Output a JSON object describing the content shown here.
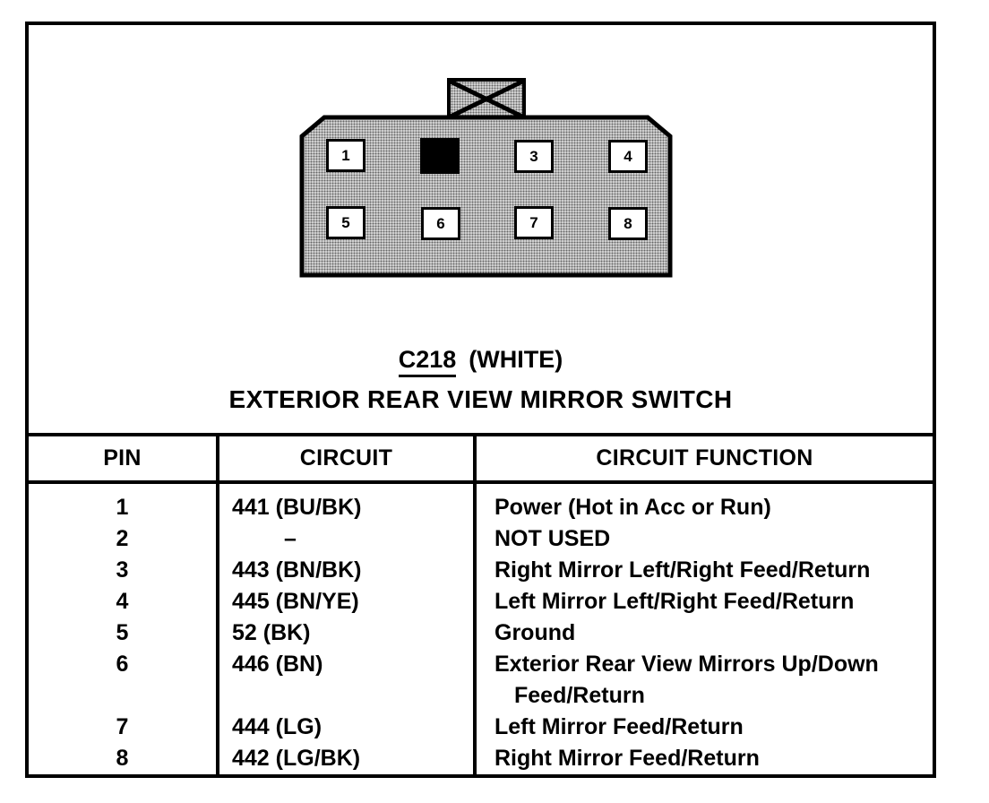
{
  "colors": {
    "ink": "#000000",
    "paper": "#ffffff",
    "connector_fill": "#d8d8d8",
    "connector_dot": "#666666"
  },
  "connector": {
    "id": "C218",
    "color": "(WHITE)",
    "title": "EXTERIOR REAR VIEW MIRROR SWITCH",
    "pins": [
      {
        "label": "1",
        "blocked": false
      },
      {
        "label": "",
        "blocked": true
      },
      {
        "label": "3",
        "blocked": false
      },
      {
        "label": "4",
        "blocked": false
      },
      {
        "label": "5",
        "blocked": false
      },
      {
        "label": "6",
        "blocked": false
      },
      {
        "label": "7",
        "blocked": false
      },
      {
        "label": "8",
        "blocked": false
      }
    ]
  },
  "table": {
    "headers": [
      "PIN",
      "CIRCUIT",
      "CIRCUIT FUNCTION"
    ],
    "rows": [
      {
        "pin": "1",
        "circuit": "441 (BU/BK)",
        "function": "Power (Hot in Acc or Run)"
      },
      {
        "pin": "2",
        "circuit": "–",
        "function": "NOT USED"
      },
      {
        "pin": "3",
        "circuit": "443 (BN/BK)",
        "function": "Right Mirror Left/Right Feed/Return"
      },
      {
        "pin": "4",
        "circuit": "445 (BN/YE)",
        "function": "Left Mirror Left/Right Feed/Return"
      },
      {
        "pin": "5",
        "circuit": "52 (BK)",
        "function": "Ground"
      },
      {
        "pin": "6",
        "circuit": "446 (BN)",
        "function": "Exterior Rear View Mirrors Up/Down",
        "function_line2": "Feed/Return"
      },
      {
        "pin": "7",
        "circuit": "444 (LG)",
        "function": "Left Mirror Feed/Return"
      },
      {
        "pin": "8",
        "circuit": "442 (LG/BK)",
        "function": "Right Mirror Feed/Return"
      }
    ]
  }
}
